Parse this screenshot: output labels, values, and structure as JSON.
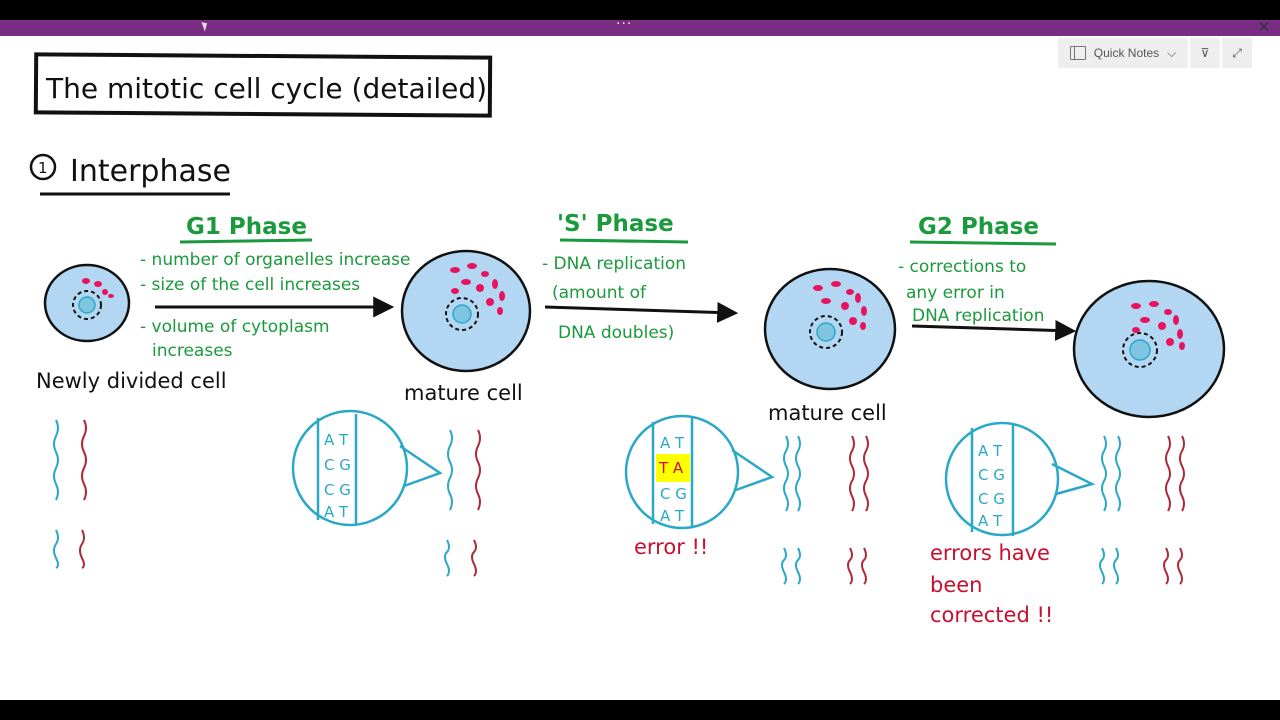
{
  "window": {
    "toolbar": {
      "quick_notes_label": "Quick Notes",
      "ellipsis": "···",
      "close_glyph": "✕",
      "pin_glyph": "⊽",
      "expand_glyph": "⤢"
    }
  },
  "colors": {
    "accent": "#7b2d84",
    "cell_fill": "#b3d7f2",
    "green_text": "#1a9a3c",
    "red_text": "#c8102e",
    "organelle": "#e8135e",
    "dna_blue": "#2aa8c8",
    "dna_red": "#b0293a",
    "highlight": "#ffff00"
  },
  "title": "The mitotic cell cycle (detailed)",
  "section": {
    "number": "1",
    "title": "Interphase"
  },
  "phases": {
    "g1": {
      "title": "G1 Phase",
      "notes": [
        "- number of organelles increase",
        "- size of the cell increases",
        "- volume of cytoplasm",
        "increases"
      ]
    },
    "s": {
      "title": "'S' Phase",
      "notes": [
        "- DNA replication",
        "(amount of",
        "DNA doubles)"
      ]
    },
    "g2": {
      "title": "G2 Phase",
      "notes": [
        "- corrections to",
        "any error in",
        "DNA replication"
      ]
    }
  },
  "cells": {
    "newly_divided": "Newly divided cell",
    "mature1": "mature cell",
    "mature2": "mature cell"
  },
  "zoom1": {
    "pairs": [
      "A T",
      "C G",
      "C G",
      "A T"
    ]
  },
  "zoom2": {
    "pairs": [
      "A T",
      "T A",
      "C G",
      "A T"
    ],
    "error_label": "error !!"
  },
  "zoom3": {
    "pairs": [
      "A T",
      "C G",
      "C G",
      "A T"
    ],
    "corrected_label": [
      "errors have",
      "been",
      "corrected !!"
    ]
  }
}
